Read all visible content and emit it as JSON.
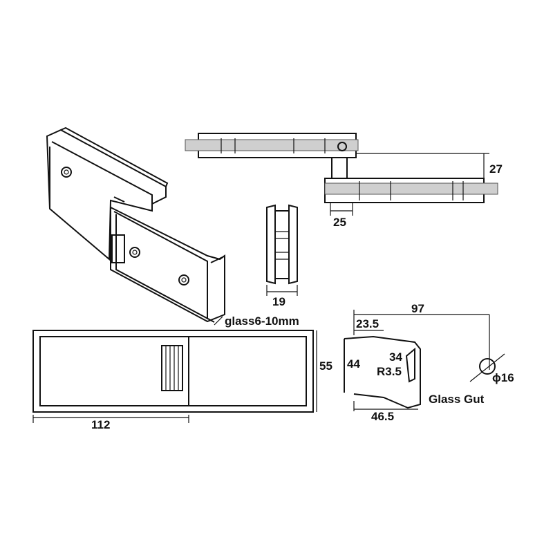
{
  "colors": {
    "line": "#111111",
    "glass": "#cfcfcf",
    "background": "#ffffff"
  },
  "dimensions": {
    "top_offset": "27",
    "top_width": "25",
    "section_width": "19",
    "glass_range": "glass6-10mm",
    "body_length": "112",
    "body_height": "55",
    "gut_total": "97",
    "gut_depth": "23.5",
    "gut_height": "44",
    "gut_small": "34",
    "gut_radius": "R3.5",
    "gut_length": "46.5",
    "hole_diameter": "ϕ16"
  },
  "labels": {
    "glass_gut": "Glass Gut"
  }
}
